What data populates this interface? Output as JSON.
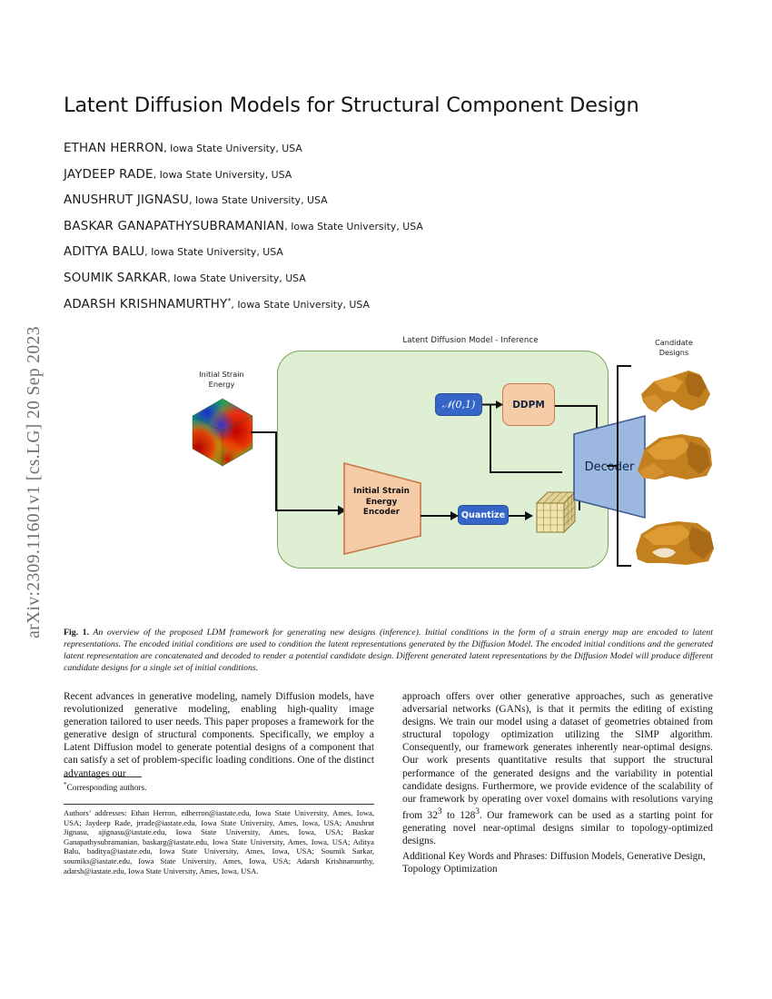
{
  "arxiv_stamp": "arXiv:2309.11601v1  [cs.LG]  20 Sep 2023",
  "paper": {
    "title": "Latent Diffusion Models for Structural Component Design",
    "authors": [
      {
        "name": "ETHAN HERRON",
        "affiliation": ", Iowa State University, USA",
        "star": ""
      },
      {
        "name": "JAYDEEP RADE",
        "affiliation": ", Iowa State University, USA",
        "star": ""
      },
      {
        "name": "ANUSHRUT JIGNASU",
        "affiliation": ", Iowa State University, USA",
        "star": ""
      },
      {
        "name": "BASKAR GANAPATHYSUBRAMANIAN",
        "affiliation": ", Iowa State University, USA",
        "star": ""
      },
      {
        "name": "ADITYA BALU",
        "affiliation": ", Iowa State University, USA",
        "star": ""
      },
      {
        "name": "SOUMIK SARKAR",
        "affiliation": ", Iowa State University, USA",
        "star": ""
      },
      {
        "name": "ADARSH KRISHNAMURTHY",
        "affiliation": ", Iowa State University, USA",
        "star": "*"
      }
    ]
  },
  "figure": {
    "panel_title": "Latent Diffusion Model - Inference",
    "input_label": "Initial Strain\nEnergy",
    "input_label_line1": "Initial Strain",
    "input_label_line2": "Energy",
    "output_label_line1": "Candidate",
    "output_label_line2": "Designs",
    "blocks": {
      "noise": "𝒩(0,1)",
      "ddpm": "DDPM",
      "encoder_line1": "Initial Strain",
      "encoder_line2": "Energy",
      "encoder_line3": "Encoder",
      "quantize": "Quantize",
      "decoder": "Decoder"
    },
    "colors": {
      "panel_fill": "#dfefd4",
      "panel_border": "#7aa45f",
      "peach_fill": "#f6cba8",
      "peach_border": "#c8794a",
      "blue_box": "#3565c6",
      "decoder_fill": "#9cb8e0",
      "decoder_border": "#3f5c94",
      "latent_fill": "#e8dca4",
      "design_color": "#c07a28"
    },
    "caption_label": "Fig. 1.",
    "caption": "An overview of the proposed LDM framework for generating new designs (inference). Initial conditions in the form of a strain energy map are encoded to latent representations. The encoded initial conditions are used to condition the latent representations generated by the Diffusion Model. The encoded initial conditions and the generated latent representation are concatenated and decoded to render a potential candidate design. Different generated latent representations by the Diffusion Model will produce different candidate designs for a single set of initial conditions."
  },
  "body": {
    "column_left": "Recent advances in generative modeling, namely Diffusion models, have revolutionized generative modeling, enabling high-quality image generation tailored to user needs. This paper proposes a framework for the generative design of structural components. Specifically, we employ a Latent Diffusion model to generate potential designs of a component that can satisfy a set of problem-specific loading conditions. One of the distinct advantages our",
    "column_right_part1": "approach offers over other generative approaches, such as generative adversarial networks (GANs), is that it permits the editing of existing designs. We train our model using a dataset of geometries obtained from structural topology optimization utilizing the SIMP algorithm. Consequently, our framework generates inherently near-optimal designs. Our work presents quantitative results that support the structural performance of the generated designs and the variability in potential candidate designs. Furthermore, we provide evidence of the scalability of our framework by operating over voxel domains with resolutions varying from 32",
    "sup_1": "3",
    "column_right_mid": " to 128",
    "sup_2": "3",
    "column_right_part2": ". Our framework can be used as a starting point for generating novel near-optimal designs similar to topology-optimized designs.",
    "keywords_label": "Additional Key Words and Phrases:",
    "keywords_value": "  Diffusion Models, Generative Design, Topology Optimization"
  },
  "footnotes": {
    "corresponding": "Corresponding authors.",
    "corresponding_star": "*",
    "addresses": "Authors’ addresses: Ethan Herron, edherron@iastate.edu, Iowa State University, Ames, Iowa, USA; Jaydeep Rade, jrrade@iastate.edu, Iowa State University, Ames, Iowa, USA; Anushrut Jignasu, ajignasu@iastate.edu, Iowa State University, Ames, Iowa, USA; Baskar Ganapathysubramanian, baskarg@iastate.edu, Iowa State University, Ames, Iowa, USA; Aditya Balu, baditya@iastate.edu, Iowa State University, Ames, Iowa, USA; Soumik Sarkar, soumiks@iastate.edu, Iowa State University, Ames, Iowa, USA; Adarsh Krishnamurthy, adarsh@iastate.edu, Iowa State University, Ames, Iowa, USA."
  }
}
